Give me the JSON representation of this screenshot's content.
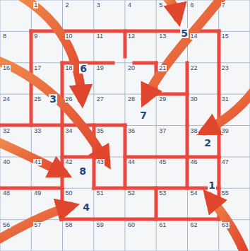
{
  "diagram": {
    "labels": [
      "1",
      "2",
      "3",
      "4",
      "5",
      "6",
      "7",
      "8",
      "9",
      "10",
      "11",
      "12",
      "13",
      "14",
      "15",
      "16",
      "17",
      "18",
      "19",
      "20",
      "21",
      "22",
      "23",
      "24",
      "25",
      "26",
      "27",
      "28",
      "29",
      "30",
      "31",
      "32",
      "33",
      "34",
      "35",
      "36",
      "37",
      "38",
      "39",
      "40",
      "41",
      "42",
      "43",
      "44",
      "45",
      "46",
      "47",
      "48",
      "49",
      "50",
      "51",
      "52",
      "53",
      "54",
      "55",
      "56",
      "57",
      "58",
      "59",
      "60",
      "61",
      "62",
      "63",
      "5",
      "6",
      "3",
      "7",
      "2",
      "8",
      "1",
      "4"
    ]
  }
}
